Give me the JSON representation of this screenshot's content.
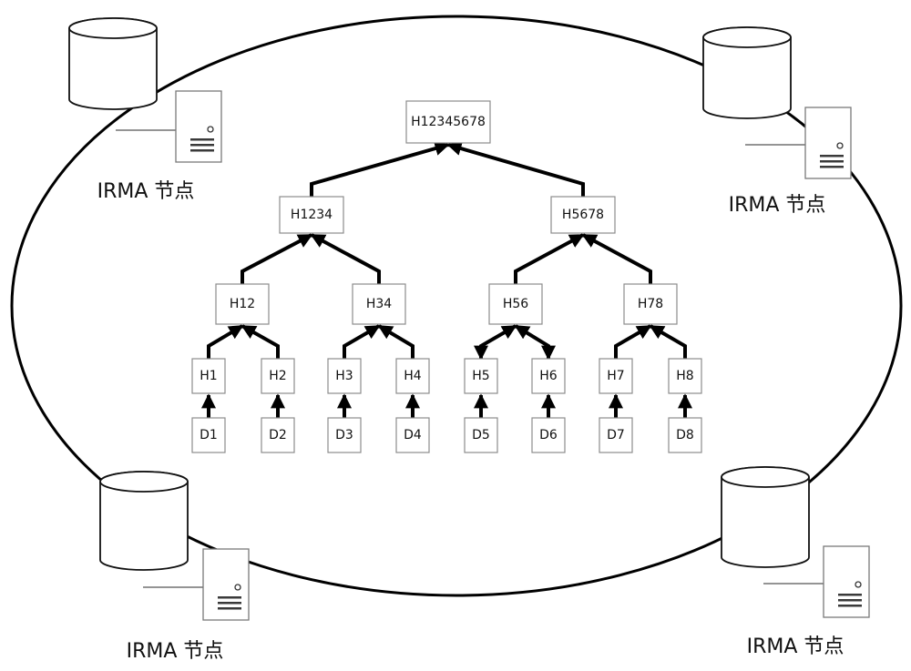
{
  "diagram": {
    "type": "merkle-tree-in-irma-network",
    "colors": {
      "stroke": "#000000",
      "box_border": "#8c8c8c",
      "background": "#ffffff"
    },
    "irma_nodes": [
      {
        "id": "top-left",
        "label": "IRMA 节点",
        "icons": [
          "database-icon",
          "server-icon"
        ]
      },
      {
        "id": "top-right",
        "label": "IRMA 节点",
        "icons": [
          "database-icon",
          "server-icon"
        ]
      },
      {
        "id": "bottom-left",
        "label": "IRMA 节点",
        "icons": [
          "database-icon",
          "server-icon"
        ]
      },
      {
        "id": "bottom-right",
        "label": "IRMA 节点",
        "icons": [
          "database-icon",
          "server-icon"
        ]
      }
    ],
    "tree": {
      "root": {
        "id": "H12345678",
        "label": "H12345678"
      },
      "level1": [
        {
          "id": "H1234",
          "label": "H1234"
        },
        {
          "id": "H5678",
          "label": "H5678"
        }
      ],
      "level2": [
        {
          "id": "H12",
          "label": "H12"
        },
        {
          "id": "H34",
          "label": "H34"
        },
        {
          "id": "H56",
          "label": "H56"
        },
        {
          "id": "H78",
          "label": "H78"
        }
      ],
      "hashes": [
        {
          "id": "H1",
          "label": "H1"
        },
        {
          "id": "H2",
          "label": "H2"
        },
        {
          "id": "H3",
          "label": "H3"
        },
        {
          "id": "H4",
          "label": "H4"
        },
        {
          "id": "H5",
          "label": "H5"
        },
        {
          "id": "H6",
          "label": "H6"
        },
        {
          "id": "H7",
          "label": "H7"
        },
        {
          "id": "H8",
          "label": "H8"
        }
      ],
      "data": [
        {
          "id": "D1",
          "label": "D1"
        },
        {
          "id": "D2",
          "label": "D2"
        },
        {
          "id": "D3",
          "label": "D3"
        },
        {
          "id": "D4",
          "label": "D4"
        },
        {
          "id": "D5",
          "label": "D5"
        },
        {
          "id": "D6",
          "label": "D6"
        },
        {
          "id": "D7",
          "label": "D7"
        },
        {
          "id": "D8",
          "label": "D8"
        }
      ],
      "edges": [
        {
          "from": "D1",
          "to": "H1",
          "arrow": "up"
        },
        {
          "from": "D2",
          "to": "H2",
          "arrow": "up"
        },
        {
          "from": "D3",
          "to": "H3",
          "arrow": "up"
        },
        {
          "from": "D4",
          "to": "H4",
          "arrow": "up"
        },
        {
          "from": "D5",
          "to": "H5",
          "arrow": "up"
        },
        {
          "from": "D6",
          "to": "H6",
          "arrow": "up"
        },
        {
          "from": "D7",
          "to": "H7",
          "arrow": "up"
        },
        {
          "from": "D8",
          "to": "H8",
          "arrow": "up"
        },
        {
          "from": "H1",
          "to": "H12",
          "arrow": "up"
        },
        {
          "from": "H2",
          "to": "H12",
          "arrow": "up"
        },
        {
          "from": "H3",
          "to": "H34",
          "arrow": "up"
        },
        {
          "from": "H4",
          "to": "H34",
          "arrow": "up"
        },
        {
          "from": "H5",
          "to": "H56",
          "arrow": "bidirectional"
        },
        {
          "from": "H6",
          "to": "H56",
          "arrow": "bidirectional"
        },
        {
          "from": "H7",
          "to": "H78",
          "arrow": "up"
        },
        {
          "from": "H8",
          "to": "H78",
          "arrow": "up"
        },
        {
          "from": "H12",
          "to": "H1234",
          "arrow": "up"
        },
        {
          "from": "H34",
          "to": "H1234",
          "arrow": "up"
        },
        {
          "from": "H56",
          "to": "H5678",
          "arrow": "up"
        },
        {
          "from": "H78",
          "to": "H5678",
          "arrow": "up"
        },
        {
          "from": "H1234",
          "to": "H12345678",
          "arrow": "up"
        },
        {
          "from": "H5678",
          "to": "H12345678",
          "arrow": "up"
        }
      ]
    }
  }
}
